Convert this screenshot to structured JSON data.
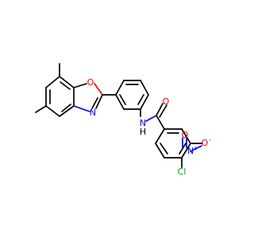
{
  "molecule": {
    "atoms": {
      "o_oxazole": "O",
      "n_oxazole": "N",
      "n_amide": "N",
      "h_amide": "H",
      "o_carbonyl": "O",
      "n_nitro": "N",
      "o_nitro_top": "O",
      "o_nitro_right": "O",
      "cl": "Cl"
    },
    "charges": {
      "nitro_n": "+",
      "nitro_o": "-"
    },
    "colors": {
      "carbon": "#000000",
      "oxygen": "#ff0000",
      "nitrogen": "#0000ff",
      "chlorine": "#00b000"
    }
  }
}
